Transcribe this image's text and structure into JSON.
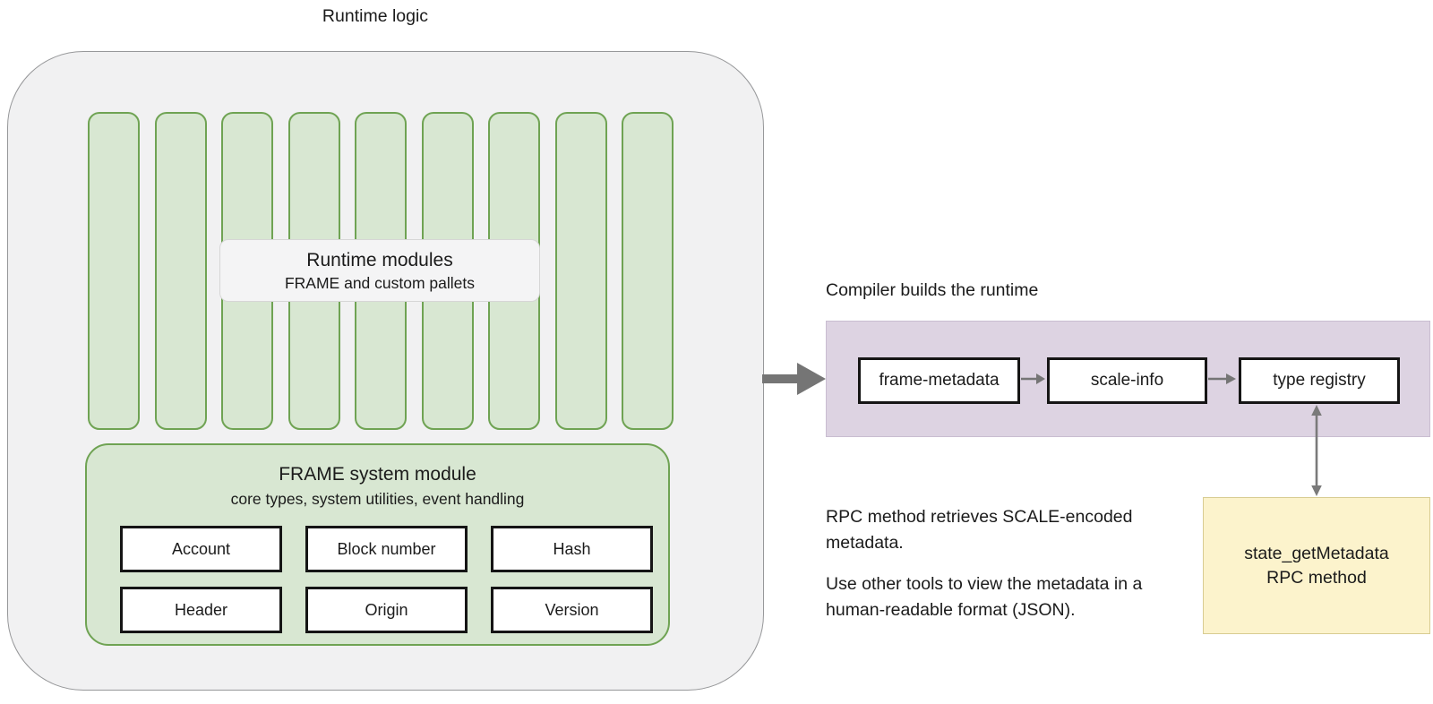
{
  "left": {
    "title": "Runtime logic",
    "bars_count": 9,
    "modules_label": {
      "title": "Runtime modules",
      "subtitle": "FRAME and custom pallets"
    },
    "frame_system": {
      "title": "FRAME system module",
      "subtitle": "core types, system utilities, event handling",
      "cells": [
        "Account",
        "Block number",
        "Hash",
        "Header",
        "Origin",
        "Version"
      ]
    }
  },
  "compiler": {
    "title": "Compiler builds the runtime",
    "steps": [
      "frame-metadata",
      "scale-info",
      "type registry"
    ]
  },
  "rpc": {
    "box": {
      "line1": "state_getMetadata",
      "line2": "RPC method"
    },
    "para1": {
      "line1": "RPC method retrieves SCALE-encoded",
      "line2": "metadata."
    },
    "para2": {
      "line1": "Use other tools to view the metadata in a",
      "line2": "human-readable format (JSON)."
    }
  },
  "icons": {
    "build-flow-arrow": "thick-right-arrow",
    "step-arrow": "right-arrow",
    "metadata-link-arrow": "double-headed-vertical-arrow"
  },
  "colors": {
    "container_fill": "#f1f1f2",
    "container_border": "#97989a",
    "green_fill": "#d8e7d2",
    "green_border": "#6fa353",
    "label_fill": "#f4f4f5",
    "label_border": "#d6d6d6",
    "purple_fill": "#ddd3e2",
    "purple_border": "#c9bdd1",
    "yellow_fill": "#fcf3cc",
    "yellow_border": "#d8cc92",
    "box_border": "#151515",
    "arrow": "#757575",
    "text": "#1b1b1b"
  }
}
